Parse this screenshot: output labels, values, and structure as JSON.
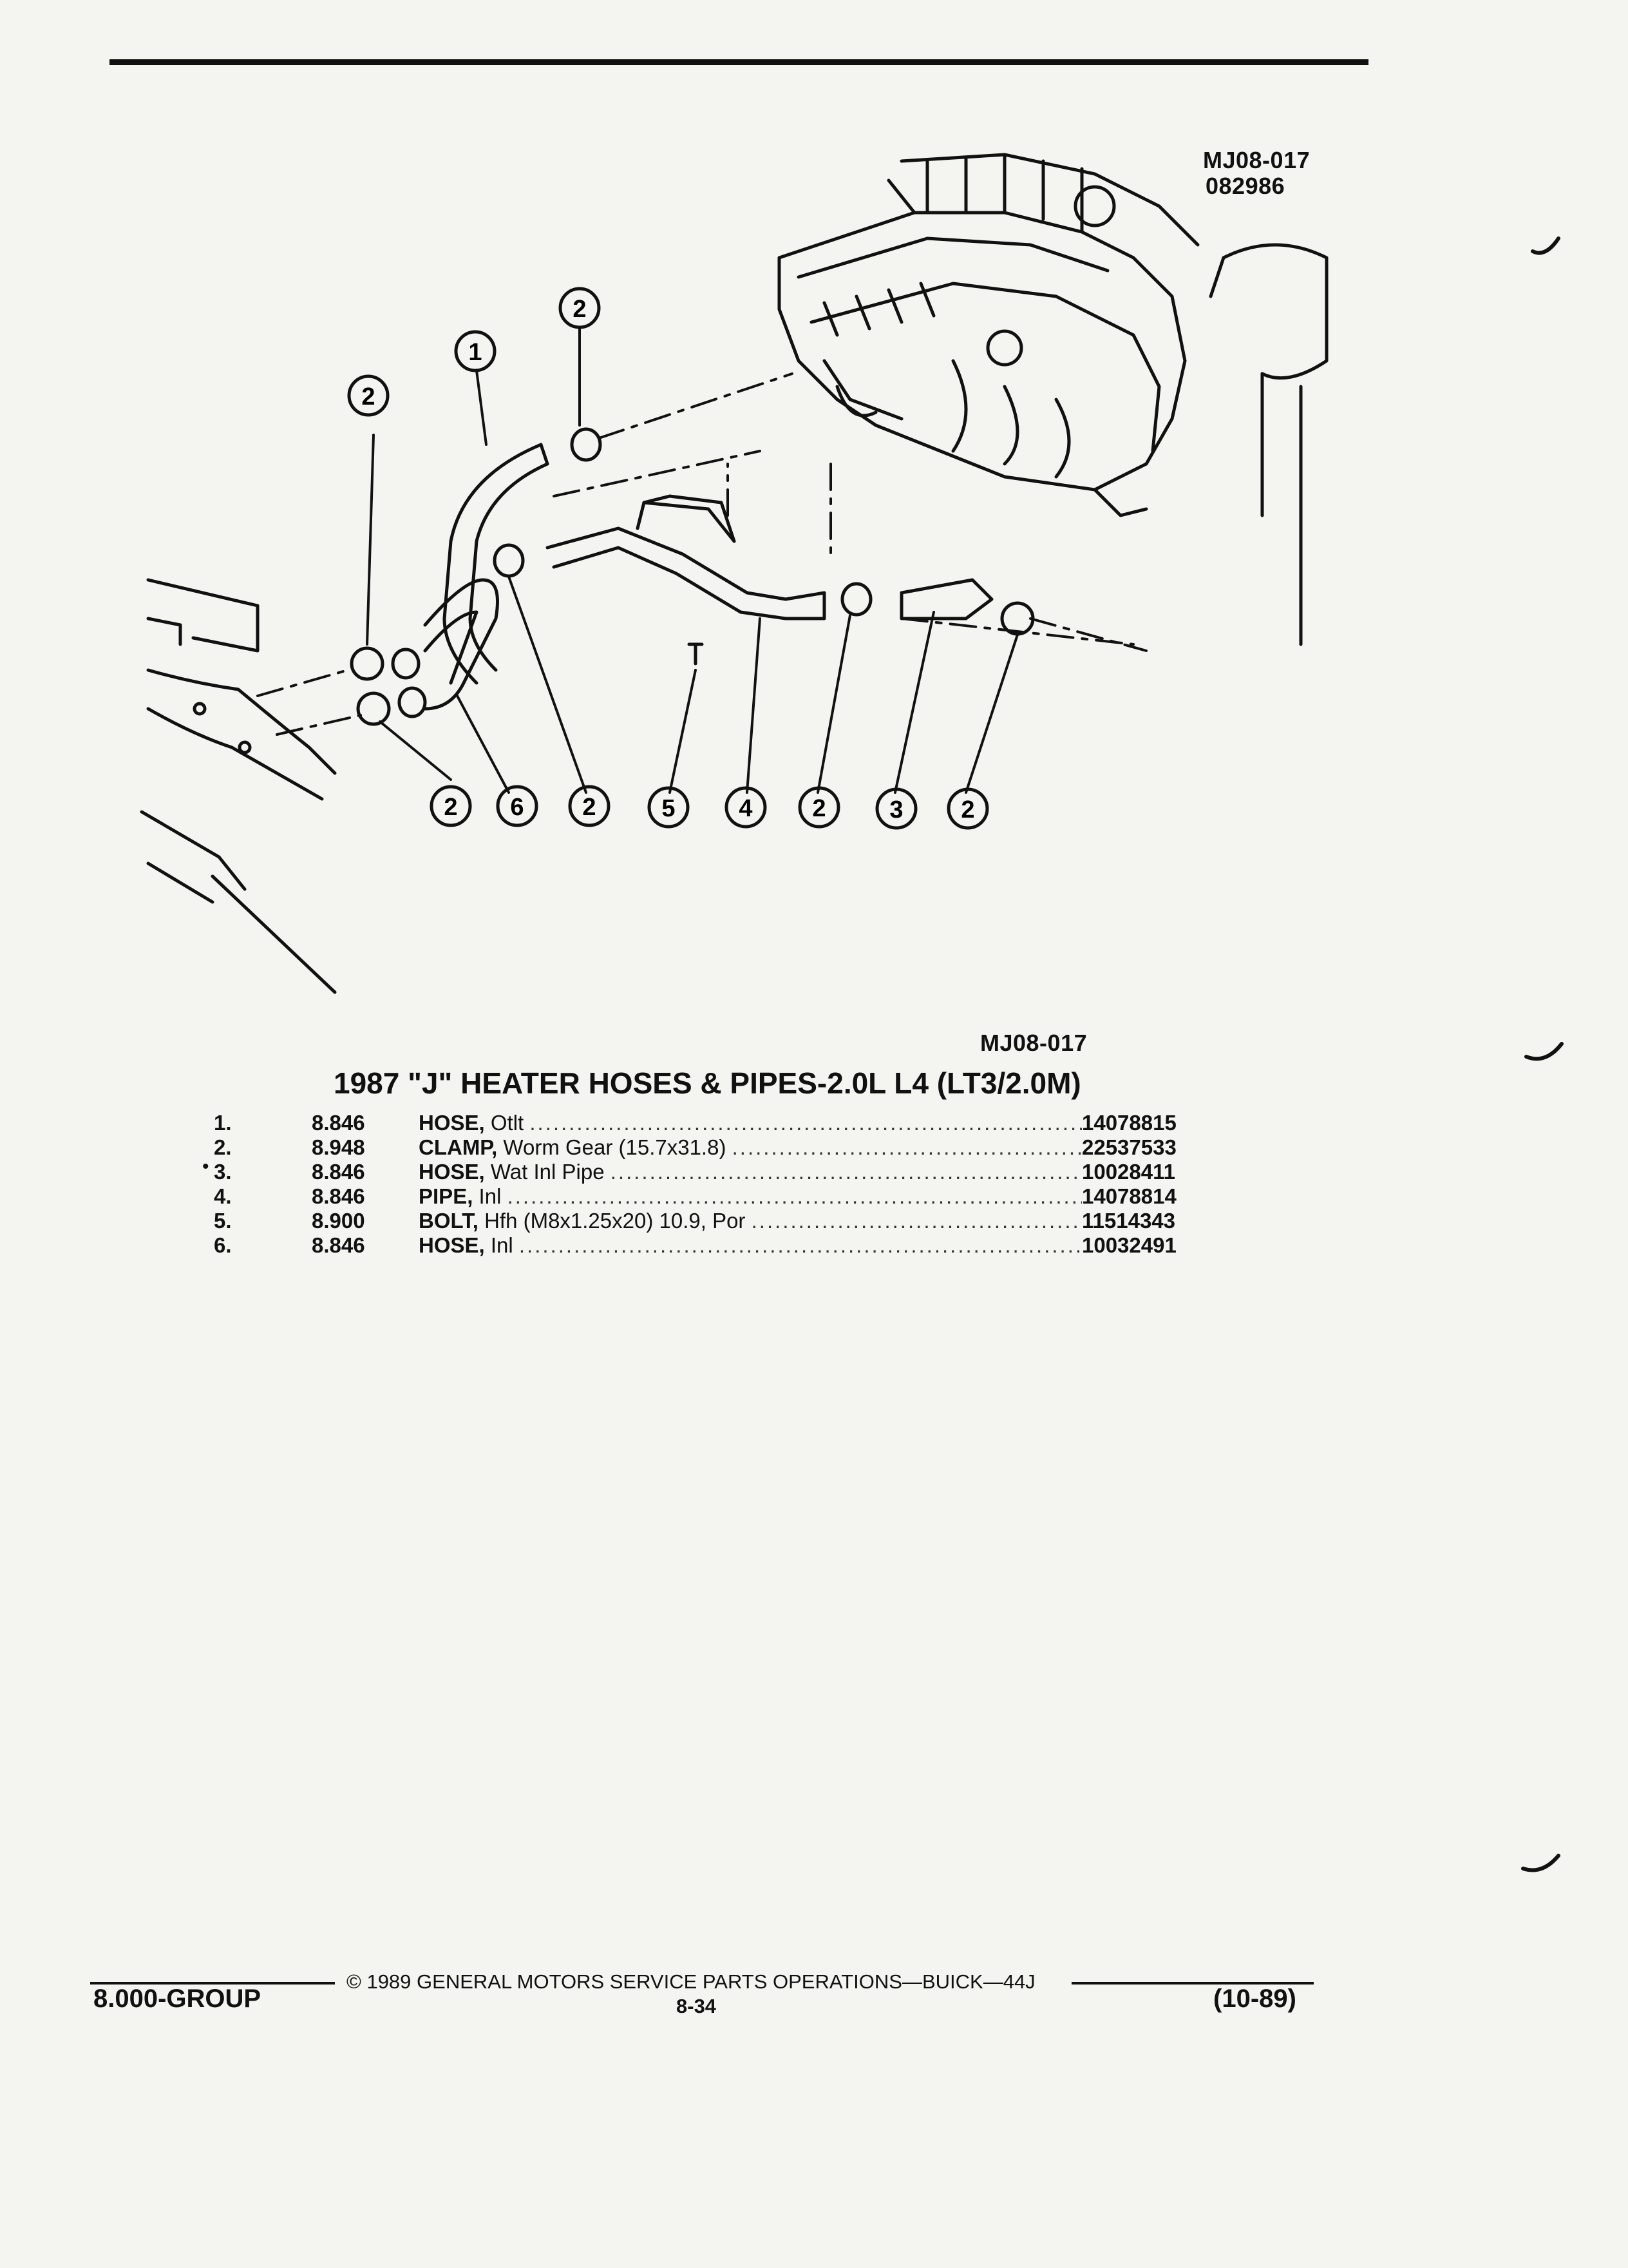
{
  "figure": {
    "id_top": "MJ08-017",
    "date_code": "082986",
    "id_bottom": "MJ08-017",
    "callouts_top": [
      "1",
      "2",
      "2"
    ],
    "callouts_bottom": [
      "2",
      "6",
      "2",
      "5",
      "4",
      "2",
      "3",
      "2"
    ]
  },
  "title": "1987 \"J\" HEATER HOSES & PIPES-2.0L L4 (LT3/2.0M)",
  "parts": [
    {
      "num": "1.",
      "group": "8.846",
      "name": "HOSE,",
      "desc": "Otlt",
      "part_no": "14078815",
      "marker": ""
    },
    {
      "num": "2.",
      "group": "8.948",
      "name": "CLAMP,",
      "desc": "Worm Gear (15.7x31.8)",
      "part_no": "22537533",
      "marker": ""
    },
    {
      "num": "3.",
      "group": "8.846",
      "name": "HOSE,",
      "desc": "Wat Inl Pipe",
      "part_no": "10028411",
      "marker": "•"
    },
    {
      "num": "4.",
      "group": "8.846",
      "name": "PIPE,",
      "desc": "Inl",
      "part_no": "14078814",
      "marker": ""
    },
    {
      "num": "5.",
      "group": "8.900",
      "name": "BOLT,",
      "desc": "Hfh (M8x1.25x20) 10.9, Por",
      "part_no": "11514343",
      "marker": ""
    },
    {
      "num": "6.",
      "group": "8.846",
      "name": "HOSE,",
      "desc": "Inl",
      "part_no": "10032491",
      "marker": ""
    }
  ],
  "footer": {
    "copyright": "© 1989 GENERAL MOTORS SERVICE PARTS OPERATIONS—BUICK—44J",
    "page": "8-34",
    "group": "8.000-GROUP",
    "date": "(10-89)"
  }
}
